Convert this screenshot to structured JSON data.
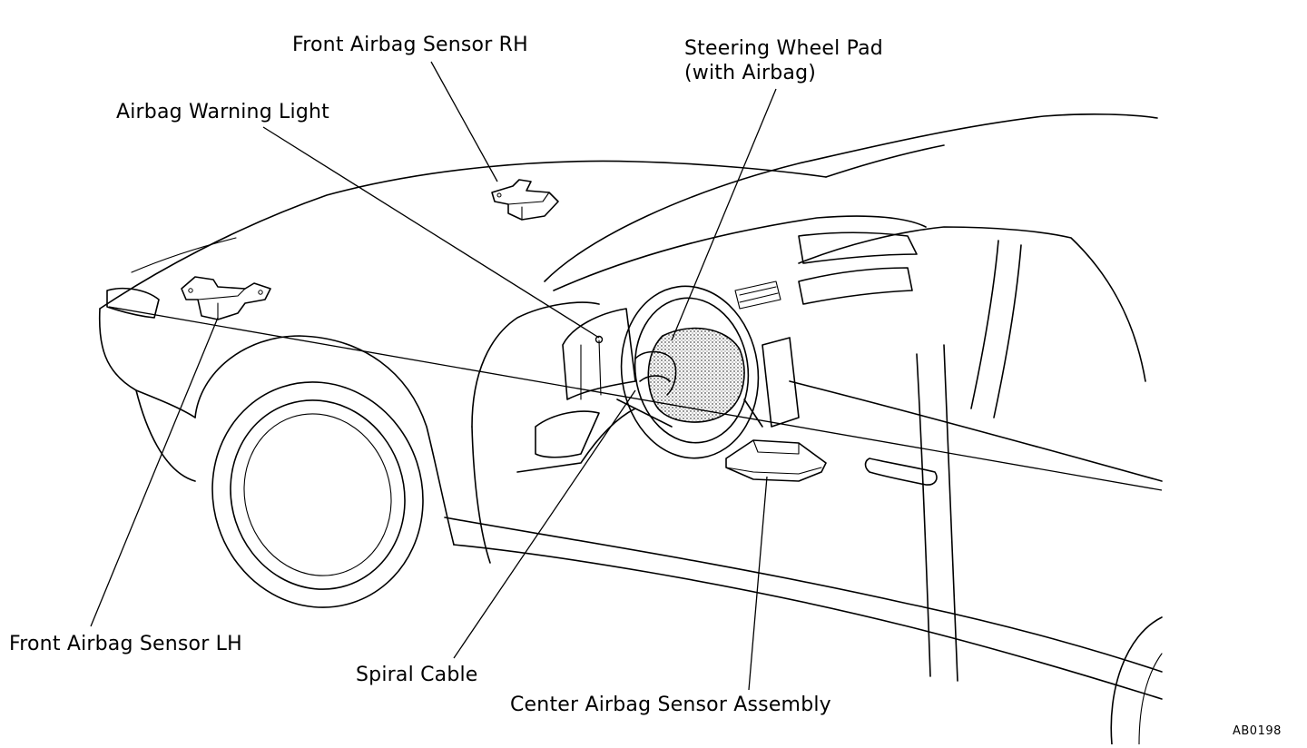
{
  "labels": {
    "front_sensor_rh": "Front Airbag Sensor RH",
    "steering_pad_line1": "Steering Wheel Pad",
    "steering_pad_line2": "(with Airbag)",
    "warning_light": "Airbag Warning Light",
    "front_sensor_lh": "Front Airbag Sensor LH",
    "spiral_cable": "Spiral Cable",
    "center_sensor": "Center Airbag Sensor Assembly"
  },
  "figure_code": "AB0198",
  "colors": {
    "line": "#000000",
    "background": "#ffffff"
  }
}
